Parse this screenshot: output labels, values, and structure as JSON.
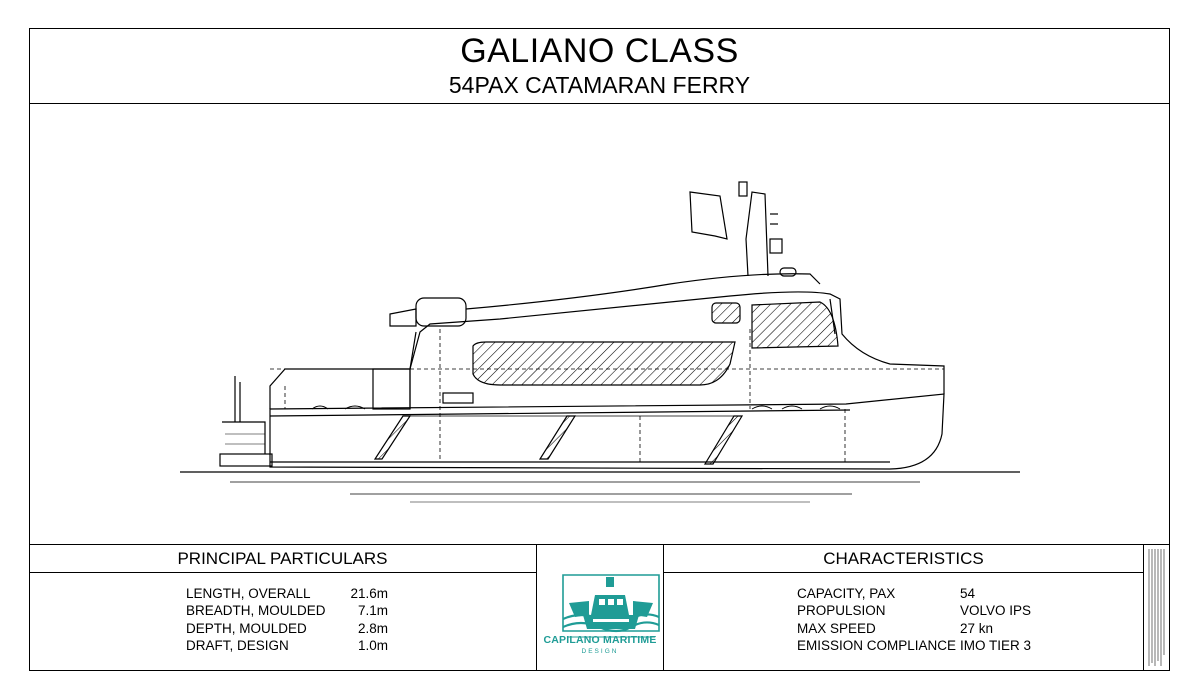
{
  "header": {
    "title": "GALIANO CLASS",
    "subtitle": "54PAX CATAMARAN FERRY"
  },
  "principal_particulars": {
    "heading": "PRINCIPAL PARTICULARS",
    "rows": [
      {
        "label": "LENGTH, OVERALL",
        "value": "21.6m"
      },
      {
        "label": "BREADTH, MOULDED",
        "value": "7.1m"
      },
      {
        "label": "DEPTH, MOULDED",
        "value": "2.8m"
      },
      {
        "label": "DRAFT, DESIGN",
        "value": "1.0m"
      }
    ]
  },
  "characteristics": {
    "heading": "CHARACTERISTICS",
    "rows": [
      {
        "label": "CAPACITY, PAX",
        "value": "54"
      },
      {
        "label": "PROPULSION",
        "value": "VOLVO IPS"
      },
      {
        "label": "MAX SPEED",
        "value": "27 kn"
      },
      {
        "label": "EMISSION COMPLIANCE",
        "value": "IMO TIER 3"
      }
    ]
  },
  "logo": {
    "name": "CAPILANO MARITIME",
    "tagline": "DESIGN",
    "color": "#1f9c96",
    "icon": "ship-logo-icon"
  },
  "colors": {
    "line": "#000000",
    "background": "#ffffff"
  }
}
